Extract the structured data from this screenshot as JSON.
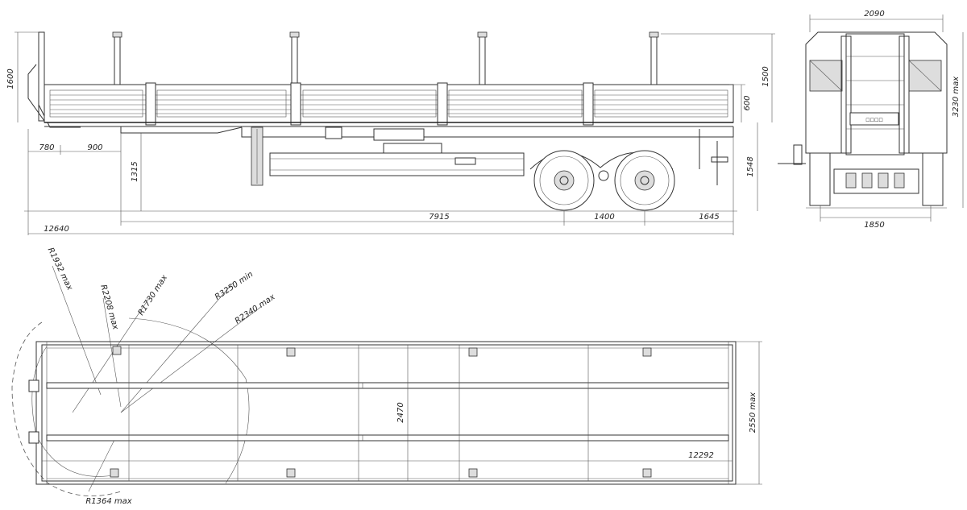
{
  "side_view": {
    "dimensions": {
      "stake_height": "1600",
      "front_overhang_a": "780",
      "front_overhang_b": "900",
      "coupling_height": "1315",
      "base_length": "7915",
      "axle_spacing": "1400",
      "rear_overhang": "1645",
      "overall_length": "12640",
      "side_height": "600",
      "stake_height_rear": "1500",
      "deck_height": "1548"
    }
  },
  "rear_view": {
    "dimensions": {
      "overall_width": "2090",
      "overall_height": "3230 max",
      "track_width": "1850"
    }
  },
  "top_view": {
    "dimensions": {
      "radius_front": "R1932 max",
      "radius_2208": "R2208 max",
      "radius_1730": "R1730 max",
      "radius_3250": "R3250 min",
      "radius_2340": "R2340 max",
      "radius_1364": "R1364 max",
      "inner_width": "2470",
      "outer_width": "2550 max",
      "platform_length": "12292"
    }
  }
}
